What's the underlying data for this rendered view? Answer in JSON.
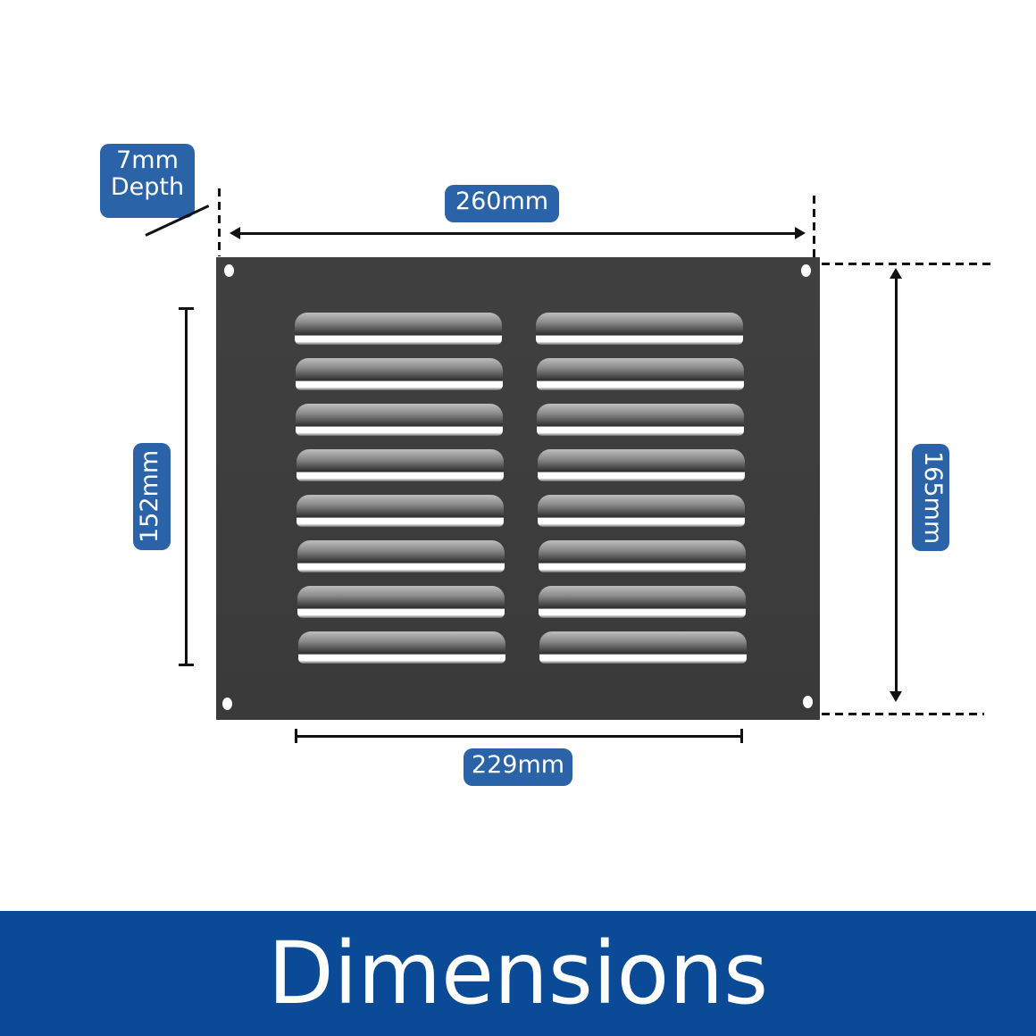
{
  "labels": {
    "depth_value": "7mm",
    "depth_word": "Depth",
    "width_outer": "260mm",
    "height_inner": "152mm",
    "height_outer": "165mm",
    "width_inner": "229mm"
  },
  "product": {
    "louvre_rows": 8,
    "louvre_columns": 2
  },
  "banner": {
    "title": "Dimensions"
  },
  "colors": {
    "label_bg": "#2b63a9",
    "banner_bg": "#0a4a97",
    "plate": "#3d3d3d"
  }
}
